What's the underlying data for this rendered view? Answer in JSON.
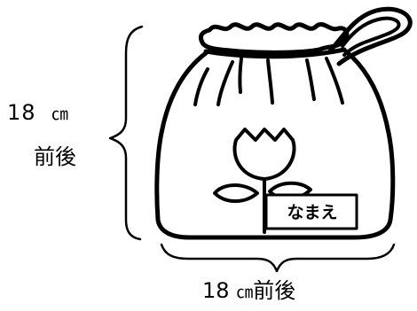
{
  "labels": {
    "height_value": "18",
    "height_unit": "㎝",
    "height_qualifier": "前後",
    "width_value": "18",
    "width_unit": "㎝",
    "width_qualifier": "前後"
  },
  "name_tag": {
    "text": "なまえ"
  },
  "colors": {
    "stroke": "#000000",
    "background": "#ffffff"
  }
}
